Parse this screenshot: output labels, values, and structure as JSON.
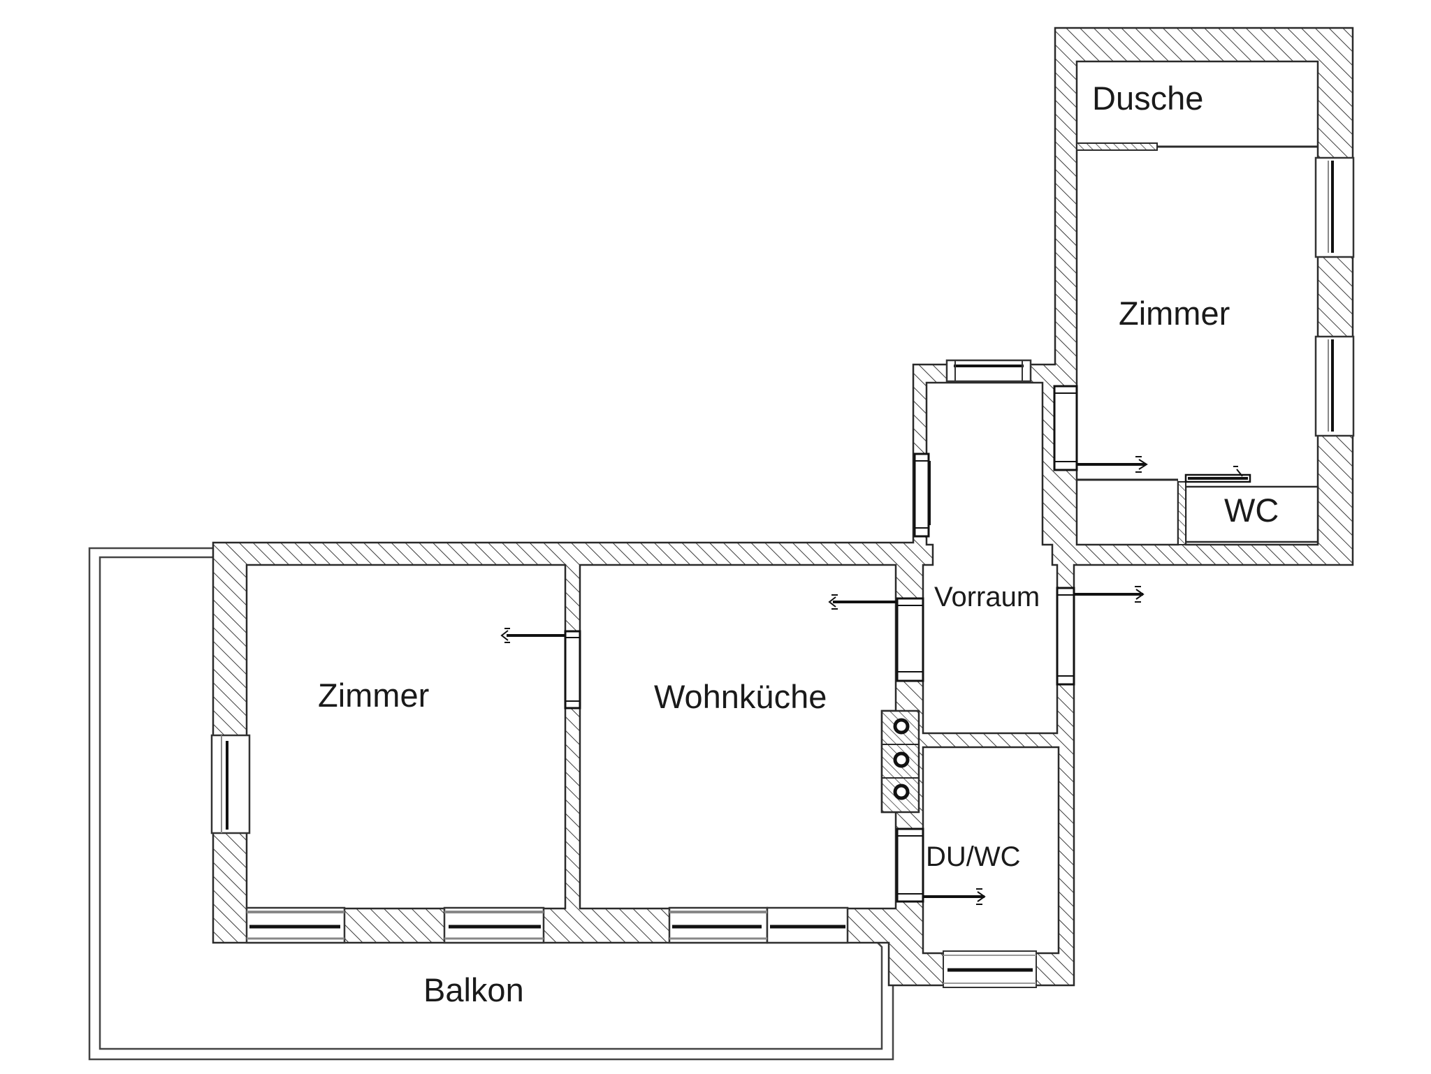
{
  "plan": {
    "rooms": [
      {
        "id": "dusche",
        "label": "Dusche"
      },
      {
        "id": "zimmer-right",
        "label": "Zimmer"
      },
      {
        "id": "wc",
        "label": "WC"
      },
      {
        "id": "vorraum",
        "label": "Vorraum"
      },
      {
        "id": "zimmer-left",
        "label": "Zimmer"
      },
      {
        "id": "wohnkueche",
        "label": "Wohnküche"
      },
      {
        "id": "du-wc",
        "label": "DU/WC"
      },
      {
        "id": "balkon",
        "label": "Balkon"
      }
    ],
    "colors": {
      "wall_outline": "#2a2a2a",
      "hatch": "#3a3a3a",
      "background": "#ffffff",
      "frame": "#555555"
    }
  }
}
